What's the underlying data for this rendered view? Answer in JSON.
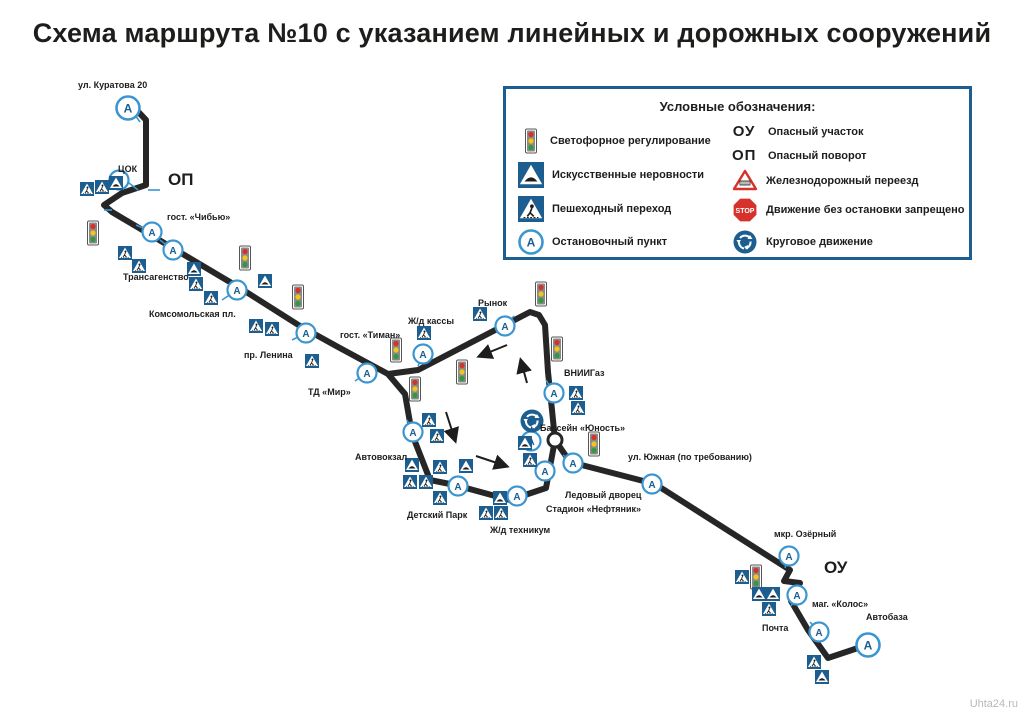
{
  "title": "Схема маршрута №10 с указанием линейных и дорожных сооружений",
  "legend": {
    "title": "Условные обозначения:",
    "items": [
      {
        "icon": "traffic-light-icon",
        "label": "Светофорное регулирование"
      },
      {
        "icon": "speed-bump-icon",
        "label": "Искусственные неровности"
      },
      {
        "icon": "pedestrian-crossing-icon",
        "label": "Пешеходный переход"
      },
      {
        "icon": "bus-stop-icon",
        "label": "Остановочный пункт"
      },
      {
        "code": "ОУ",
        "label": "Опасный участок"
      },
      {
        "code": "ОП",
        "label": "Опасный поворот"
      },
      {
        "icon": "railway-crossing-icon",
        "label": "Железнодорожный переезд"
      },
      {
        "icon": "stop-sign-icon",
        "label": "Движение без остановки запрещено"
      },
      {
        "icon": "roundabout-icon",
        "label": "Круговое движение"
      }
    ]
  },
  "stops": {
    "kuratova": "ул. Куратова 20",
    "tsok": "ЦОК",
    "chibyu": "гост. «Чибью»",
    "transagentstvo": "Трансагенство",
    "komsomolskaya": "Комсомольская пл.",
    "lenina": "пр. Ленина",
    "timan": "гост. «Тиман»",
    "mir": "ТД «Мир»",
    "zhd_kassy": "Ж/д кассы",
    "rynok": "Рынок",
    "vniigaz": "ВНИИГаз",
    "basseyn": "Бассейн «Юность»",
    "avtovokzal": "Автовокзал",
    "yuzhnaya": "ул. Южная (по требованию)",
    "ledovy": "Ледовый дворец",
    "stadion": "Стадион «Нефтяник»",
    "detsky_park": "Детский Парк",
    "zhd_tekhnikum": "Ж/д техникум",
    "ozerny": "мкр. Озёрный",
    "kolos": "маг. «Колос»",
    "avtobaza": "Автобаза",
    "pochta": "Почта"
  },
  "markers": {
    "op": "ОП",
    "ou": "ОУ",
    "stop_letter": "А",
    "stop_sign_text": "STOP"
  },
  "colors": {
    "route": "#262626",
    "sign_blue": "#1b5e8f",
    "stop_circle": "#3b95d0",
    "traffic_light_red": "#d6322b",
    "traffic_light_yellow": "#f2c51a",
    "traffic_light_green": "#2f9a3e"
  },
  "watermark": "Uhta24.ru"
}
